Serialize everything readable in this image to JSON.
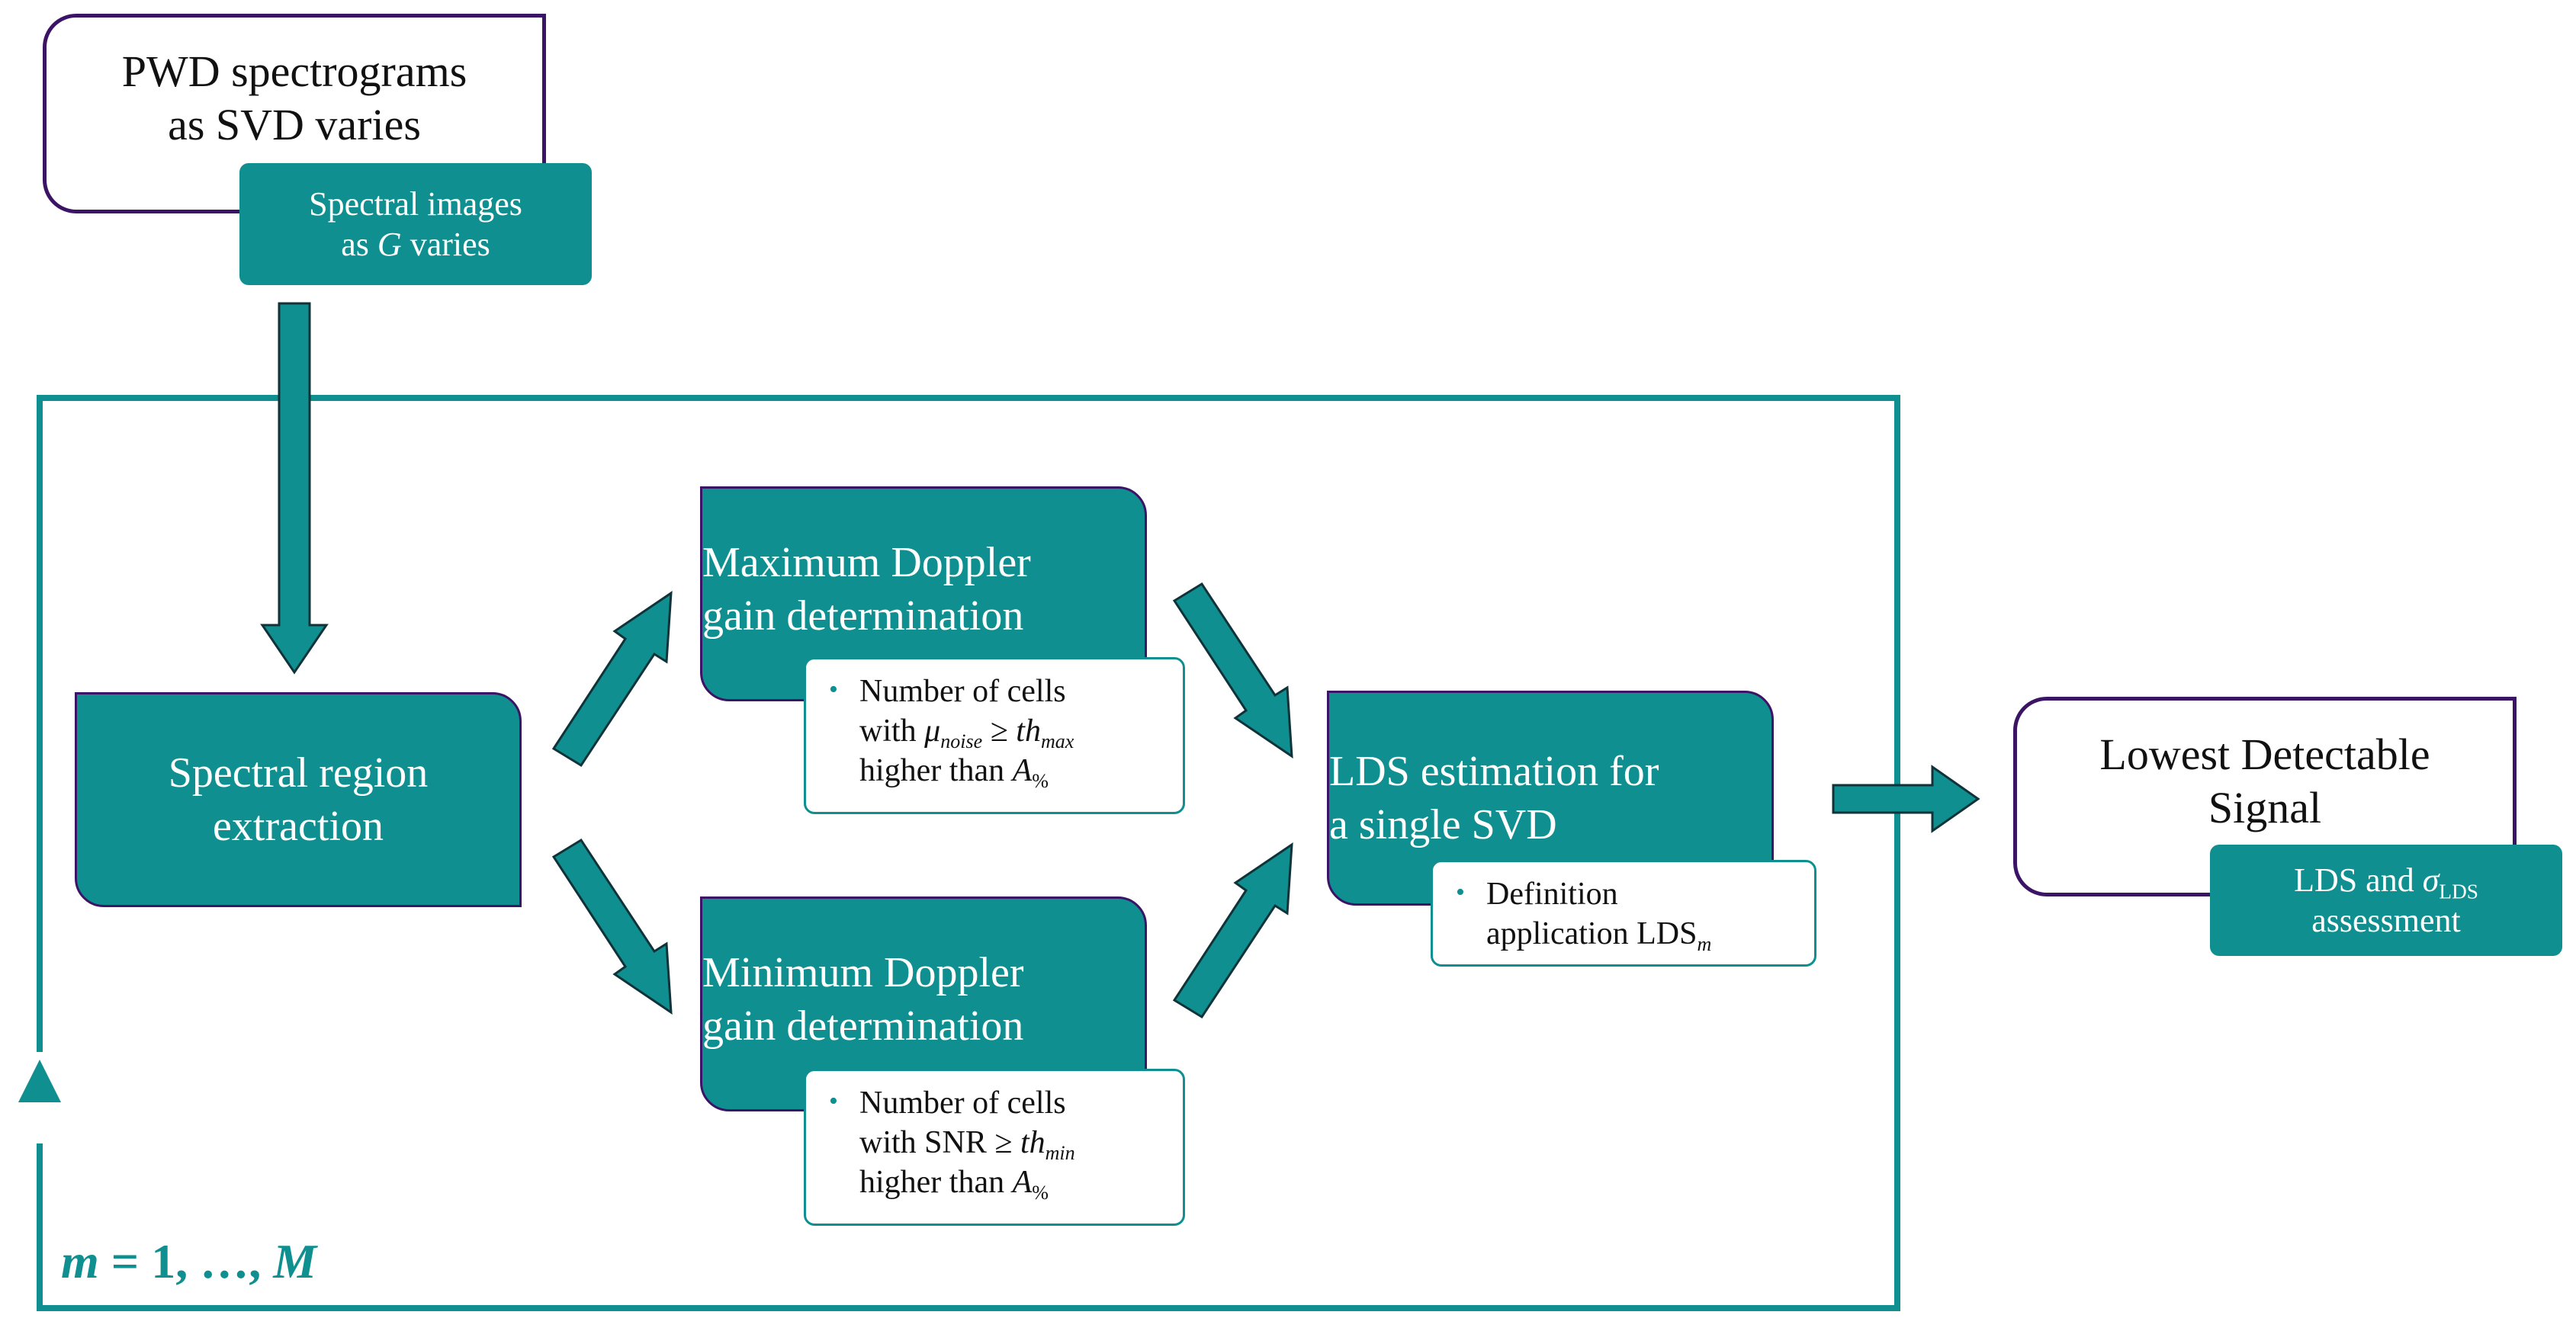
{
  "input": {
    "title_line1": "PWD spectrograms",
    "title_line2": "as SVD varies",
    "tag_line1": "Spectral images",
    "tag_line2_pre": "as ",
    "tag_line2_var": "G",
    "tag_line2_post": " varies"
  },
  "extraction": {
    "line1": "Spectral region",
    "line2": "extraction"
  },
  "max_gain": {
    "line1": "Maximum Doppler",
    "line2": "gain determination",
    "bullet": "•",
    "note_line1": "Number of cells",
    "note_with": "with ",
    "note_mu": "μ",
    "note_mu_sub": "noise",
    "note_geq": " ≥ ",
    "note_th": "th",
    "note_th_sub": "max",
    "note_higher": "higher than ",
    "note_A": "A",
    "note_A_sub": "%"
  },
  "min_gain": {
    "line1": "Minimum Doppler",
    "line2": "gain determination",
    "bullet": "•",
    "note_line1": "Number of cells",
    "note_with": "with SNR ≥ ",
    "note_th": "th",
    "note_th_sub": "min",
    "note_higher": "higher than ",
    "note_A": "A",
    "note_A_sub": "%"
  },
  "lds_est": {
    "line1": "LDS estimation for",
    "line2": "a single SVD",
    "bullet": "•",
    "note_line1": "Definition",
    "note_line2": "application LDS",
    "note_sub": "m"
  },
  "output": {
    "title_line1": "Lowest Detectable",
    "title_line2": "Signal",
    "tag_pre": "LDS and ",
    "tag_sigma": "σ",
    "tag_sigma_sub": "LDS",
    "tag_line2": "assessment"
  },
  "loop": {
    "m": "m",
    "eq": " = 1, …, ",
    "M": "M"
  },
  "colors": {
    "teal": "#0f8f8f",
    "purple": "#3b1466",
    "arrow_outline": "#10333a"
  }
}
